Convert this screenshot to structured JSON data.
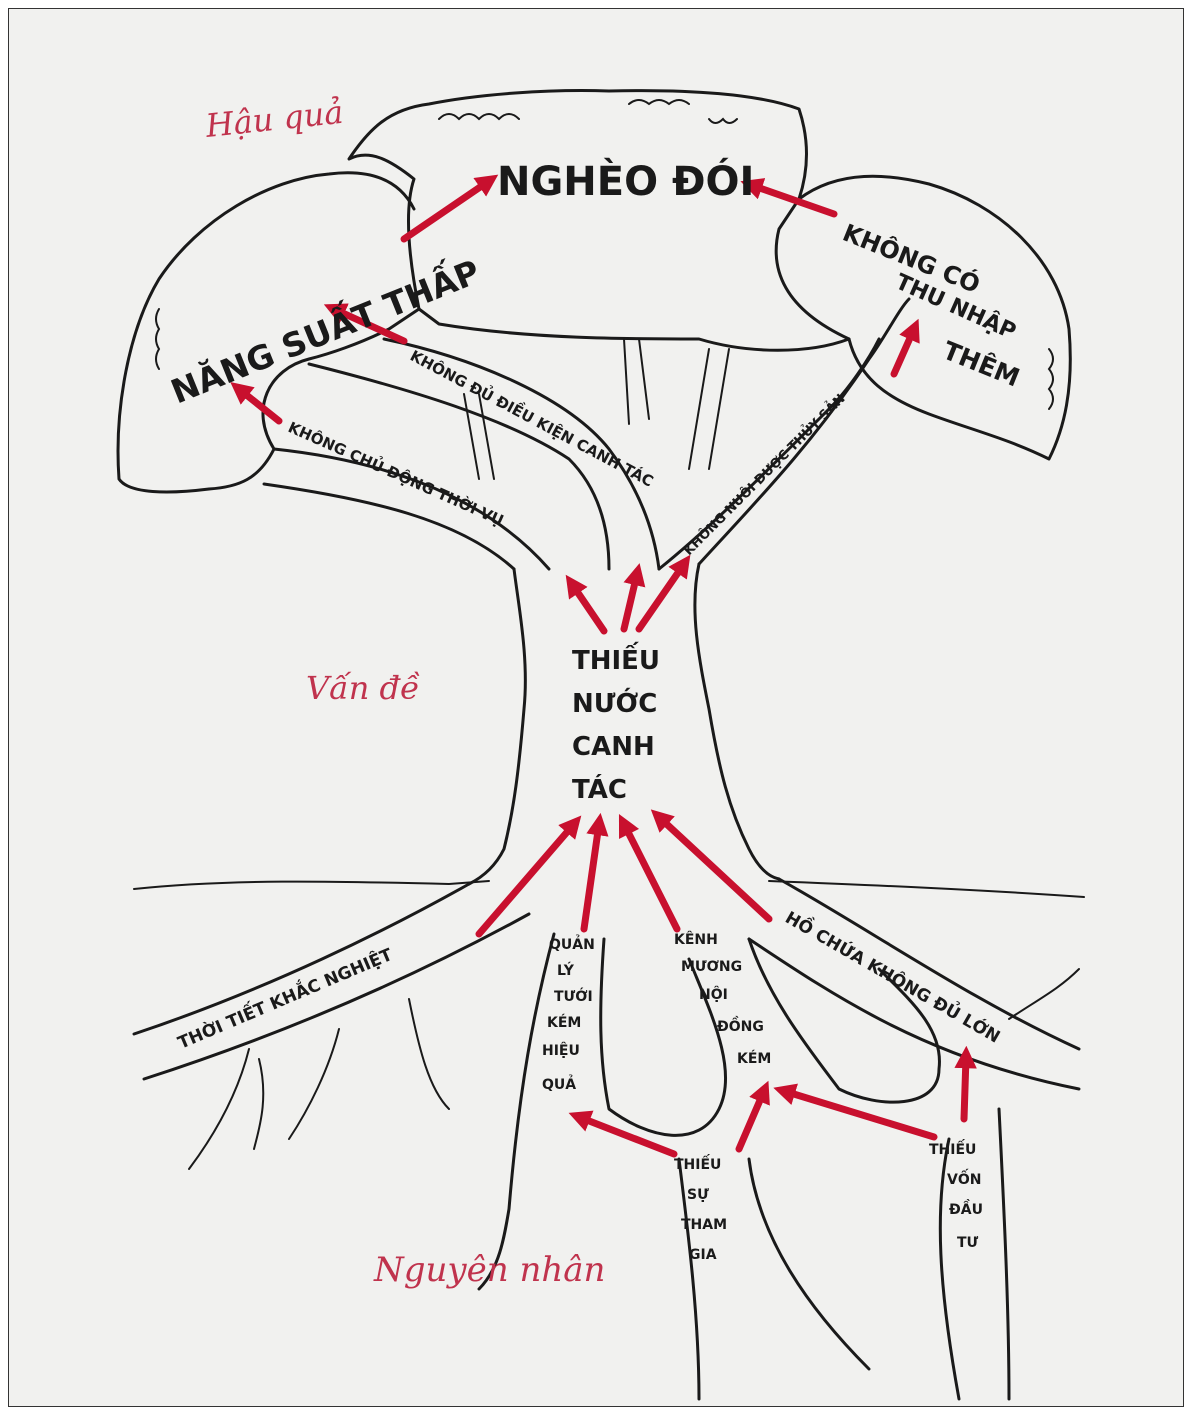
{
  "captions": {
    "consequence": "Hậu quả",
    "problem": "Vấn đề",
    "cause": "Nguyên nhân"
  },
  "effects": {
    "poverty": "NGHÈO ĐÓI",
    "low_productivity": "NĂNG SUẤT THẤP",
    "no_extra_income_1": "KHÔNG CÓ",
    "no_extra_income_2": "THU NHẬP",
    "no_extra_income_3": "THÊM"
  },
  "branches": {
    "not_enough_conditions": "KHÔNG ĐỦ ĐIỀU KIỆN CANH TÁC",
    "not_proactive_season": "KHÔNG CHỦ ĐỘNG THỜI VỤ",
    "no_aquaculture": "KHÔNG NUÔI ĐƯỢC THỦY SẢN"
  },
  "core_problem": [
    "THIẾU",
    "NƯỚC",
    "CANH",
    "TÁC"
  ],
  "roots": {
    "harsh_weather": "THỜI TIẾT KHẮC NGHIỆT",
    "reservoir_small": "HỒ CHỨA KHÔNG ĐỦ LỚN",
    "poor_irrigation_mgmt": [
      "QUẢN",
      "LÝ",
      "TƯỚI",
      "KÉM",
      "HIỆU",
      "QUẢ"
    ],
    "poor_canals": [
      "KÊNH",
      "MƯƠNG",
      "NỘI",
      "ĐỒNG",
      "KÉM"
    ],
    "lack_participation": [
      "THIẾU",
      "SỰ",
      "THAM",
      "GIA"
    ],
    "lack_investment": [
      "THIẾU",
      "VỐN",
      "ĐẦU",
      "TƯ"
    ]
  },
  "colors": {
    "arrow": "#c8102e",
    "caption": "#c0334d",
    "ink": "#1a1a1a",
    "paper": "#f1f1ef"
  }
}
